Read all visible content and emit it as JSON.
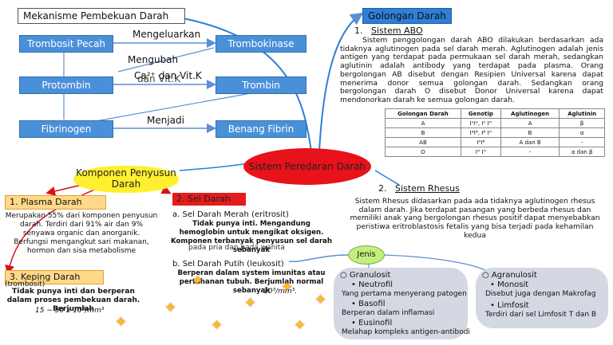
{
  "title": "Mekanisme Pembekuan Darah",
  "flow": {
    "trombosit_pecah": "Trombosit Pecah",
    "mengeluarkan": "Mengeluarkan",
    "trombokinase": "Trombokinase",
    "mengubah": "Mengubah",
    "dan_vitk_a": "Ca²⁺ dan Vit.K",
    "dan_vitk_b": "dan Vit.K",
    "protombin": "Protombin",
    "trombin": "Trombin",
    "fibrinogen": "Fibrinogen",
    "menjadi": "Menjadi",
    "benang_fibrin": "Benang Fibrin"
  },
  "center": "Sistem Peredaran Darah",
  "komponen": "Komponen Penyusun Darah",
  "plasma": {
    "heading": "1.   Plasma Darah",
    "text1": "Merupakan 55% dari komponen penyusun darah. Terdiri dari 91% air dan 9% senyawa organic dan anorganik.",
    "text2": "Berfungsi mengangkut sari makanan, hormon dan sisa metabolisme"
  },
  "keping": {
    "heading": "3.   Keping Darah",
    "sub": "(trombosit)",
    "text_a": "Tidak punya inti dan berperan dalam proses pembekuan darah. Berjumlah",
    "text_b": "15 − 50 x 10³/mm³"
  },
  "sel_darah": {
    "heading": "2.   Sel Darah",
    "merah_title": "a. Sel Darah Merah (eritrosit)",
    "merah_text": "Tidak punya inti. Mengandung hemoglobin untuk mengikat oksigen. Komponen terbanyak penyusun sel darah sebanyak",
    "merah_overlap": "pada pria dan pada wanita",
    "putih_title": "b. Sel Darah Putih (leukosit)",
    "putih_text": "Berperan dalam system imunitas atau pertahanan tubuh. Berjumlah normal sebanyak",
    "putih_value": "10³/mm³."
  },
  "golongan": {
    "tag": "Golongan Darah",
    "abo_heading": "1.",
    "abo_title": "Sistem ABO",
    "abo_text": "Sistem penggolongan darah ABO dilakukan berdasarkan ada tidaknya aglutinogen pada sel darah merah. Aglutinogen adalah jenis antigen yang terdapat pada permukaan sel darah merah, sedangkan aglutinin adalah antibody yang terdapat pada plasma. Orang bergolongan AB disebut dengan Resipien Universal karena dapat menerima donor semua golongan darah. Sedangkan orang bergolongan darah O disebut Donor Universal karena dapat mendonorkan darah ke semua golongan darah.",
    "table_headers": [
      "Golongan Darah",
      "Genotip",
      "Aglutinogen",
      "Aglutinin"
    ],
    "table_rows": [
      [
        "A",
        "IᴬIᴬ, Iᴬ Iᴼ",
        "A",
        "β"
      ],
      [
        "B",
        "IᴮIᴮ, Iᴮ Iᴼ",
        "B",
        "α"
      ],
      [
        "AB",
        "IᴬIᴮ",
        "A dan B",
        "-"
      ],
      [
        "O",
        "Iᴼ Iᴼ",
        "-",
        "α dan β"
      ]
    ],
    "rhesus_heading": "2.",
    "rhesus_title": "Sistem Rhesus",
    "rhesus_text": "Sistem Rhesus didasarkan pada ada tidaknya aglutinogen rhesus dalam darah. Jika terdapat pasangan yang berbeda rhesus dan memiliki anak yang bergolongan rhesus positif dapat menyebabkan peristiwa eritroblastosis fetalis yang bisa terjadi pada kehamilan kedua"
  },
  "jenis": {
    "label": "Jenis",
    "granulosit": "Granulosit",
    "neutrofil": "Neutrofil",
    "neutrofil_desc": "Yang pertama menyerang patogen",
    "basofil": "Basofil",
    "basofil_desc": "Berperan dalam inflamasi",
    "eusinofil": "Eusinofil",
    "eusinofil_desc": "Melahap kompleks antigen-antibodi",
    "agranulosit": "Agranulosit",
    "monosit": "Monosit",
    "monosit_desc": "Disebut juga dengan Makrofag",
    "limfosit": "Limfosit",
    "limfosit_desc": "Terdiri dari sel Limfosit T dan B"
  },
  "colors": {
    "blue": "#4a90d9",
    "red": "#e8121a",
    "yellow": "#ffef2e",
    "gray": "#d4d8e3",
    "green": "#c4ef7e"
  }
}
